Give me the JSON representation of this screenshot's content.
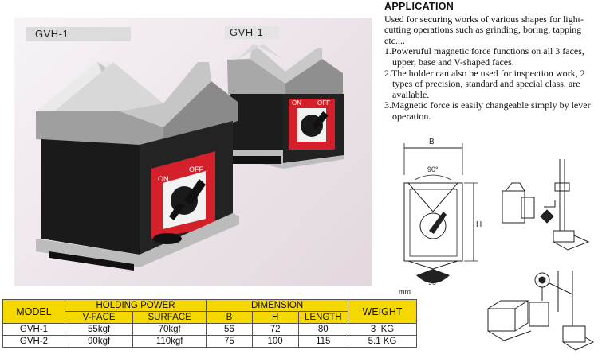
{
  "photo": {
    "label_large": "GVH-1",
    "label_small": "GVH-1",
    "switch_on": "ON",
    "switch_off": "OFF"
  },
  "application": {
    "heading": "APPLICATION",
    "intro": "Used for securing works of various shapes for light-cutting operations such as grinding, boring, tapping etc....",
    "points": [
      "1.Poweruful magnetic force functions on all 3 faces, upper, base and V-shaped faces.",
      "2.The holder can also be used for inspection work, 2 types of precision, standard and special class, are available.",
      "3.Magnetic force is easily changeable simply by lever operation."
    ]
  },
  "diagram": {
    "dim_b": "B",
    "dim_h": "H",
    "angle_top": "90°",
    "angle_bottom": "90°",
    "unit": "mm"
  },
  "table": {
    "headers": {
      "model": "MODEL",
      "holding_power": "HOLDING POWER",
      "dimension": "DIMENSION",
      "weight": "WEIGHT",
      "v_face": "V-FACE",
      "surface": "SURFACE",
      "b": "B",
      "h": "H",
      "length": "LENGTH"
    },
    "rows": [
      {
        "model": "GVH-1",
        "v_face": "55kgf",
        "surface": "70kgf",
        "b": "56",
        "h": "72",
        "length": "80",
        "weight": "3  KG"
      },
      {
        "model": "GVH-2",
        "v_face": "90kgf",
        "surface": "110kgf",
        "b": "75",
        "h": "100",
        "length": "115",
        "weight": "5.1 KG"
      }
    ]
  },
  "colors": {
    "header_yellow": "#f5d800",
    "switch_red": "#d4202a",
    "block_black": "#1a1a1a",
    "steel": "#b8b8b8"
  }
}
